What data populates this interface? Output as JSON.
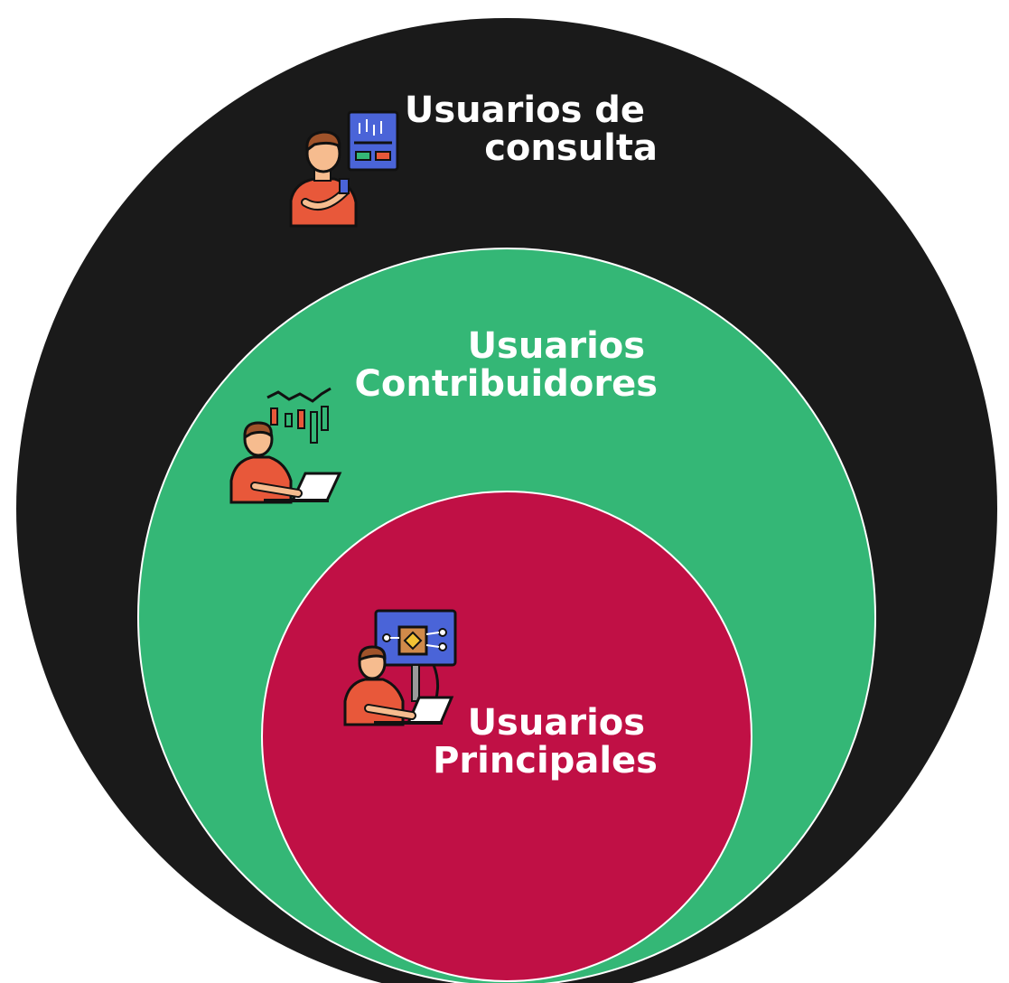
{
  "diagram": {
    "outer": {
      "line1": "Usuarios de",
      "line2": "consulta",
      "color": "#1a1a1a",
      "icon": "person-dashboard-icon"
    },
    "middle": {
      "line1": "Usuarios",
      "line2": "Contribuidores",
      "color": "#34b776",
      "icon": "person-chart-laptop-icon"
    },
    "inner": {
      "line1": "Usuarios",
      "line2": "Principales",
      "color": "#c01045",
      "icon": "person-monitor-laptop-icon"
    },
    "border_color": "#ffffff",
    "skin_color": "#f6bc8f",
    "shirt_color": "#e8583a",
    "hair_color": "#a0532a",
    "screen_color": "#4a64d8"
  }
}
